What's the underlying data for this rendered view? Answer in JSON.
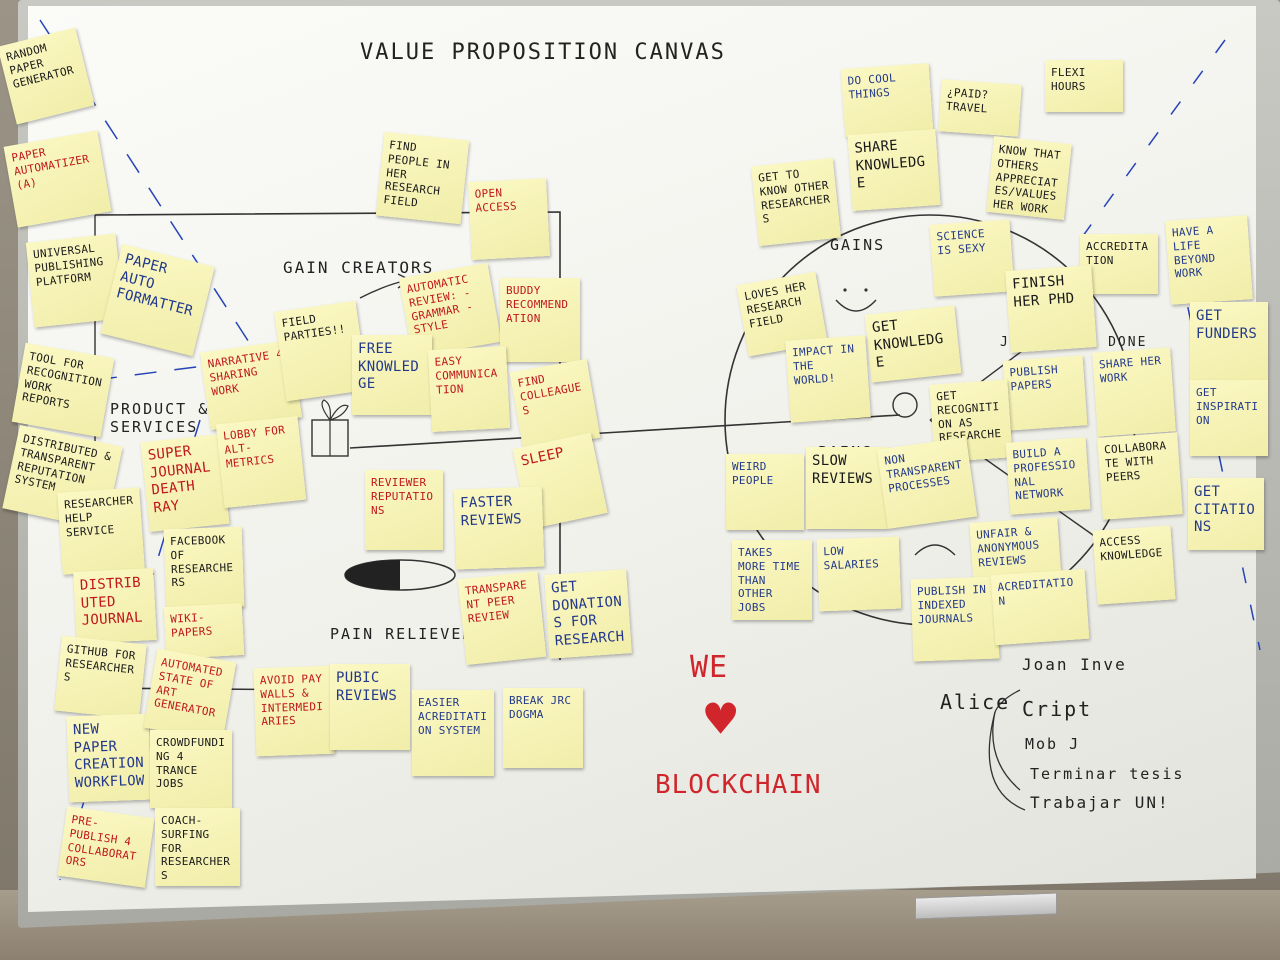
{
  "board": {
    "title": "VALUE PROPOSITION CANVAS",
    "labels": {
      "gain_creators": "GAIN CREATORS",
      "product_services": "PRODUCT & SERVICES",
      "pain_relievers": "PAIN RELIEVERS",
      "gains": "GAINS",
      "pains": "PAINS",
      "jobs": "JOBS TO BE DONE"
    },
    "we": "WE",
    "heart": "♥",
    "blockchain": "BLOCKCHAIN",
    "list": {
      "head": "Alice",
      "items": [
        "Joan Inve",
        "Cript",
        "Mob J",
        "Terminar tesis",
        "Trabajar UN!"
      ]
    }
  },
  "notes": [
    {
      "text": "RANDOM PAPER GENERATOR",
      "color": "#1a1a1a"
    },
    {
      "text": "PAPER AUTOMATIZER (A)",
      "color": "#c0171c"
    },
    {
      "text": "UNIVERSAL PUBLISHING PLATFORM",
      "color": "#1a1a1a"
    },
    {
      "text": "PAPER AUTO FORMATTER",
      "color": "#233a8c"
    },
    {
      "text": "TOOL FOR RECOGNITION WORK REPORTS",
      "color": "#1a1a1a"
    },
    {
      "text": "DISTRIBUTED & TRANSPARENT REPUTATION SYSTEM",
      "color": "#1a1a1a"
    },
    {
      "text": "RESEARCHER HELP SERVICE",
      "color": "#1a1a1a"
    },
    {
      "text": "DISTRIBUTED JOURNAL",
      "color": "#c0171c"
    },
    {
      "text": "GITHUB FOR RESEARCHERS",
      "color": "#1a1a1a"
    },
    {
      "text": "NEW PAPER CREATION WORKFLOW",
      "color": "#233a8c"
    },
    {
      "text": "PRE-PUBLISH 4 COLLABORATORS",
      "color": "#c0171c"
    },
    {
      "text": "SUPER JOURNAL DEATH RAY",
      "color": "#c0171c"
    },
    {
      "text": "FACEBOOK OF RESEARCHERS",
      "color": "#1a1a1a"
    },
    {
      "text": "WIKI-PAPERS",
      "color": "#c0171c"
    },
    {
      "text": "AUTOMATED STATE OF ART GENERATOR",
      "color": "#c0171c"
    },
    {
      "text": "CROWDFUNDING 4 TRANCE JOBS",
      "color": "#1a1a1a"
    },
    {
      "text": "COACH-SURFING FOR RESEARCHERS",
      "color": "#1a1a1a"
    },
    {
      "text": "NARRATIVE 4 SHARING WORK",
      "color": "#c0171c"
    },
    {
      "text": "LOBBY FOR ALT-METRICS",
      "color": "#c0171c"
    },
    {
      "text": "FIELD PARTIES!!",
      "color": "#1a1a1a"
    },
    {
      "text": "FIND PEOPLE IN HER RESEARCH FIELD",
      "color": "#1a1a1a"
    },
    {
      "text": "OPEN ACCESS",
      "color": "#c0171c"
    },
    {
      "text": "AUTOMATIC REVIEW: - GRAMMAR - STYLE",
      "color": "#c0171c"
    },
    {
      "text": "BUDDY RECOMMENDATION",
      "color": "#c0171c"
    },
    {
      "text": "FREE KNOWLEDGE",
      "color": "#233a8c"
    },
    {
      "text": "EASY COMMUNICATION",
      "color": "#c0171c"
    },
    {
      "text": "FIND COLLEAGUES",
      "color": "#c0171c"
    },
    {
      "text": "SLEEP",
      "color": "#c0171c"
    },
    {
      "text": "REVIEWER REPUTATIONS",
      "color": "#c0171c"
    },
    {
      "text": "FASTER REVIEWS",
      "color": "#233a8c"
    },
    {
      "text": "TRANSPARENT PEER REVIEW",
      "color": "#c0171c"
    },
    {
      "text": "GET DONATIONS FOR RESEARCH",
      "color": "#233a8c"
    },
    {
      "text": "AVOID PAY WALLS & INTERMEDIARIES",
      "color": "#c0171c"
    },
    {
      "text": "PUBIC REVIEWS",
      "color": "#233a8c"
    },
    {
      "text": "EASIER ACREDITATION SYSTEM",
      "color": "#233a8c"
    },
    {
      "text": "BREAK JRC DOGMA",
      "color": "#233a8c"
    },
    {
      "text": "DO COOL THINGS",
      "color": "#233a8c"
    },
    {
      "text": "¿PAID? TRAVEL",
      "color": "#1a1a1a"
    },
    {
      "text": "FLEXI HOURS",
      "color": "#1a1a1a"
    },
    {
      "text": "SHARE KNOWLEDGE",
      "color": "#1a1a1a"
    },
    {
      "text": "KNOW THAT OTHERS APPRECIATES/VALUES HER WORK",
      "color": "#1a1a1a"
    },
    {
      "text": "GET TO KNOW OTHER RESEARCHERS",
      "color": "#1a1a1a"
    },
    {
      "text": "SCIENCE IS SEXY",
      "color": "#233a8c"
    },
    {
      "text": "ACCREDITATION",
      "color": "#1a1a1a"
    },
    {
      "text": "HAVE A LIFE BEYOND WORK",
      "color": "#233a8c"
    },
    {
      "text": "LOVES HER RESEARCH FIELD",
      "color": "#1a1a1a"
    },
    {
      "text": "GET KNOWLEDGE",
      "color": "#1a1a1a"
    },
    {
      "text": "FINISH HER PhD",
      "color": "#1a1a1a"
    },
    {
      "text": "IMPACT IN THE WORLD!",
      "color": "#233a8c"
    },
    {
      "text": "GET FUNDERS",
      "color": "#233a8c"
    },
    {
      "text": "PUBLISH PAPERS",
      "color": "#233a8c"
    },
    {
      "text": "SHARE HER WORK",
      "color": "#233a8c"
    },
    {
      "text": "GET RECOGNITION AS RESEARCHER",
      "color": "#1a1a1a"
    },
    {
      "text": "GET INSPIRATION",
      "color": "#233a8c"
    },
    {
      "text": "WEIRD PEOPLE",
      "color": "#233a8c"
    },
    {
      "text": "SLOW REVIEWS",
      "color": "#1a1a1a"
    },
    {
      "text": "NON TRANSPARENT PROCESSES",
      "color": "#233a8c"
    },
    {
      "text": "BUILD A PROFESSIONAL NETWORK",
      "color": "#233a8c"
    },
    {
      "text": "COLLABORATE WITH PEERS",
      "color": "#1a1a1a"
    },
    {
      "text": "GET CITATIONS",
      "color": "#233a8c"
    },
    {
      "text": "TAKES MORE TIME THAN OTHER JOBS",
      "color": "#233a8c"
    },
    {
      "text": "LOW SALARIES",
      "color": "#233a8c"
    },
    {
      "text": "UNFAIR & ANONYMOUS REVIEWS",
      "color": "#233a8c"
    },
    {
      "text": "ACCESS KNOWLEDGE",
      "color": "#1a1a1a"
    },
    {
      "text": "PUBLISH IN INDEXED JOURNALS",
      "color": "#233a8c"
    },
    {
      "text": "ACREDITATION",
      "color": "#233a8c"
    }
  ]
}
